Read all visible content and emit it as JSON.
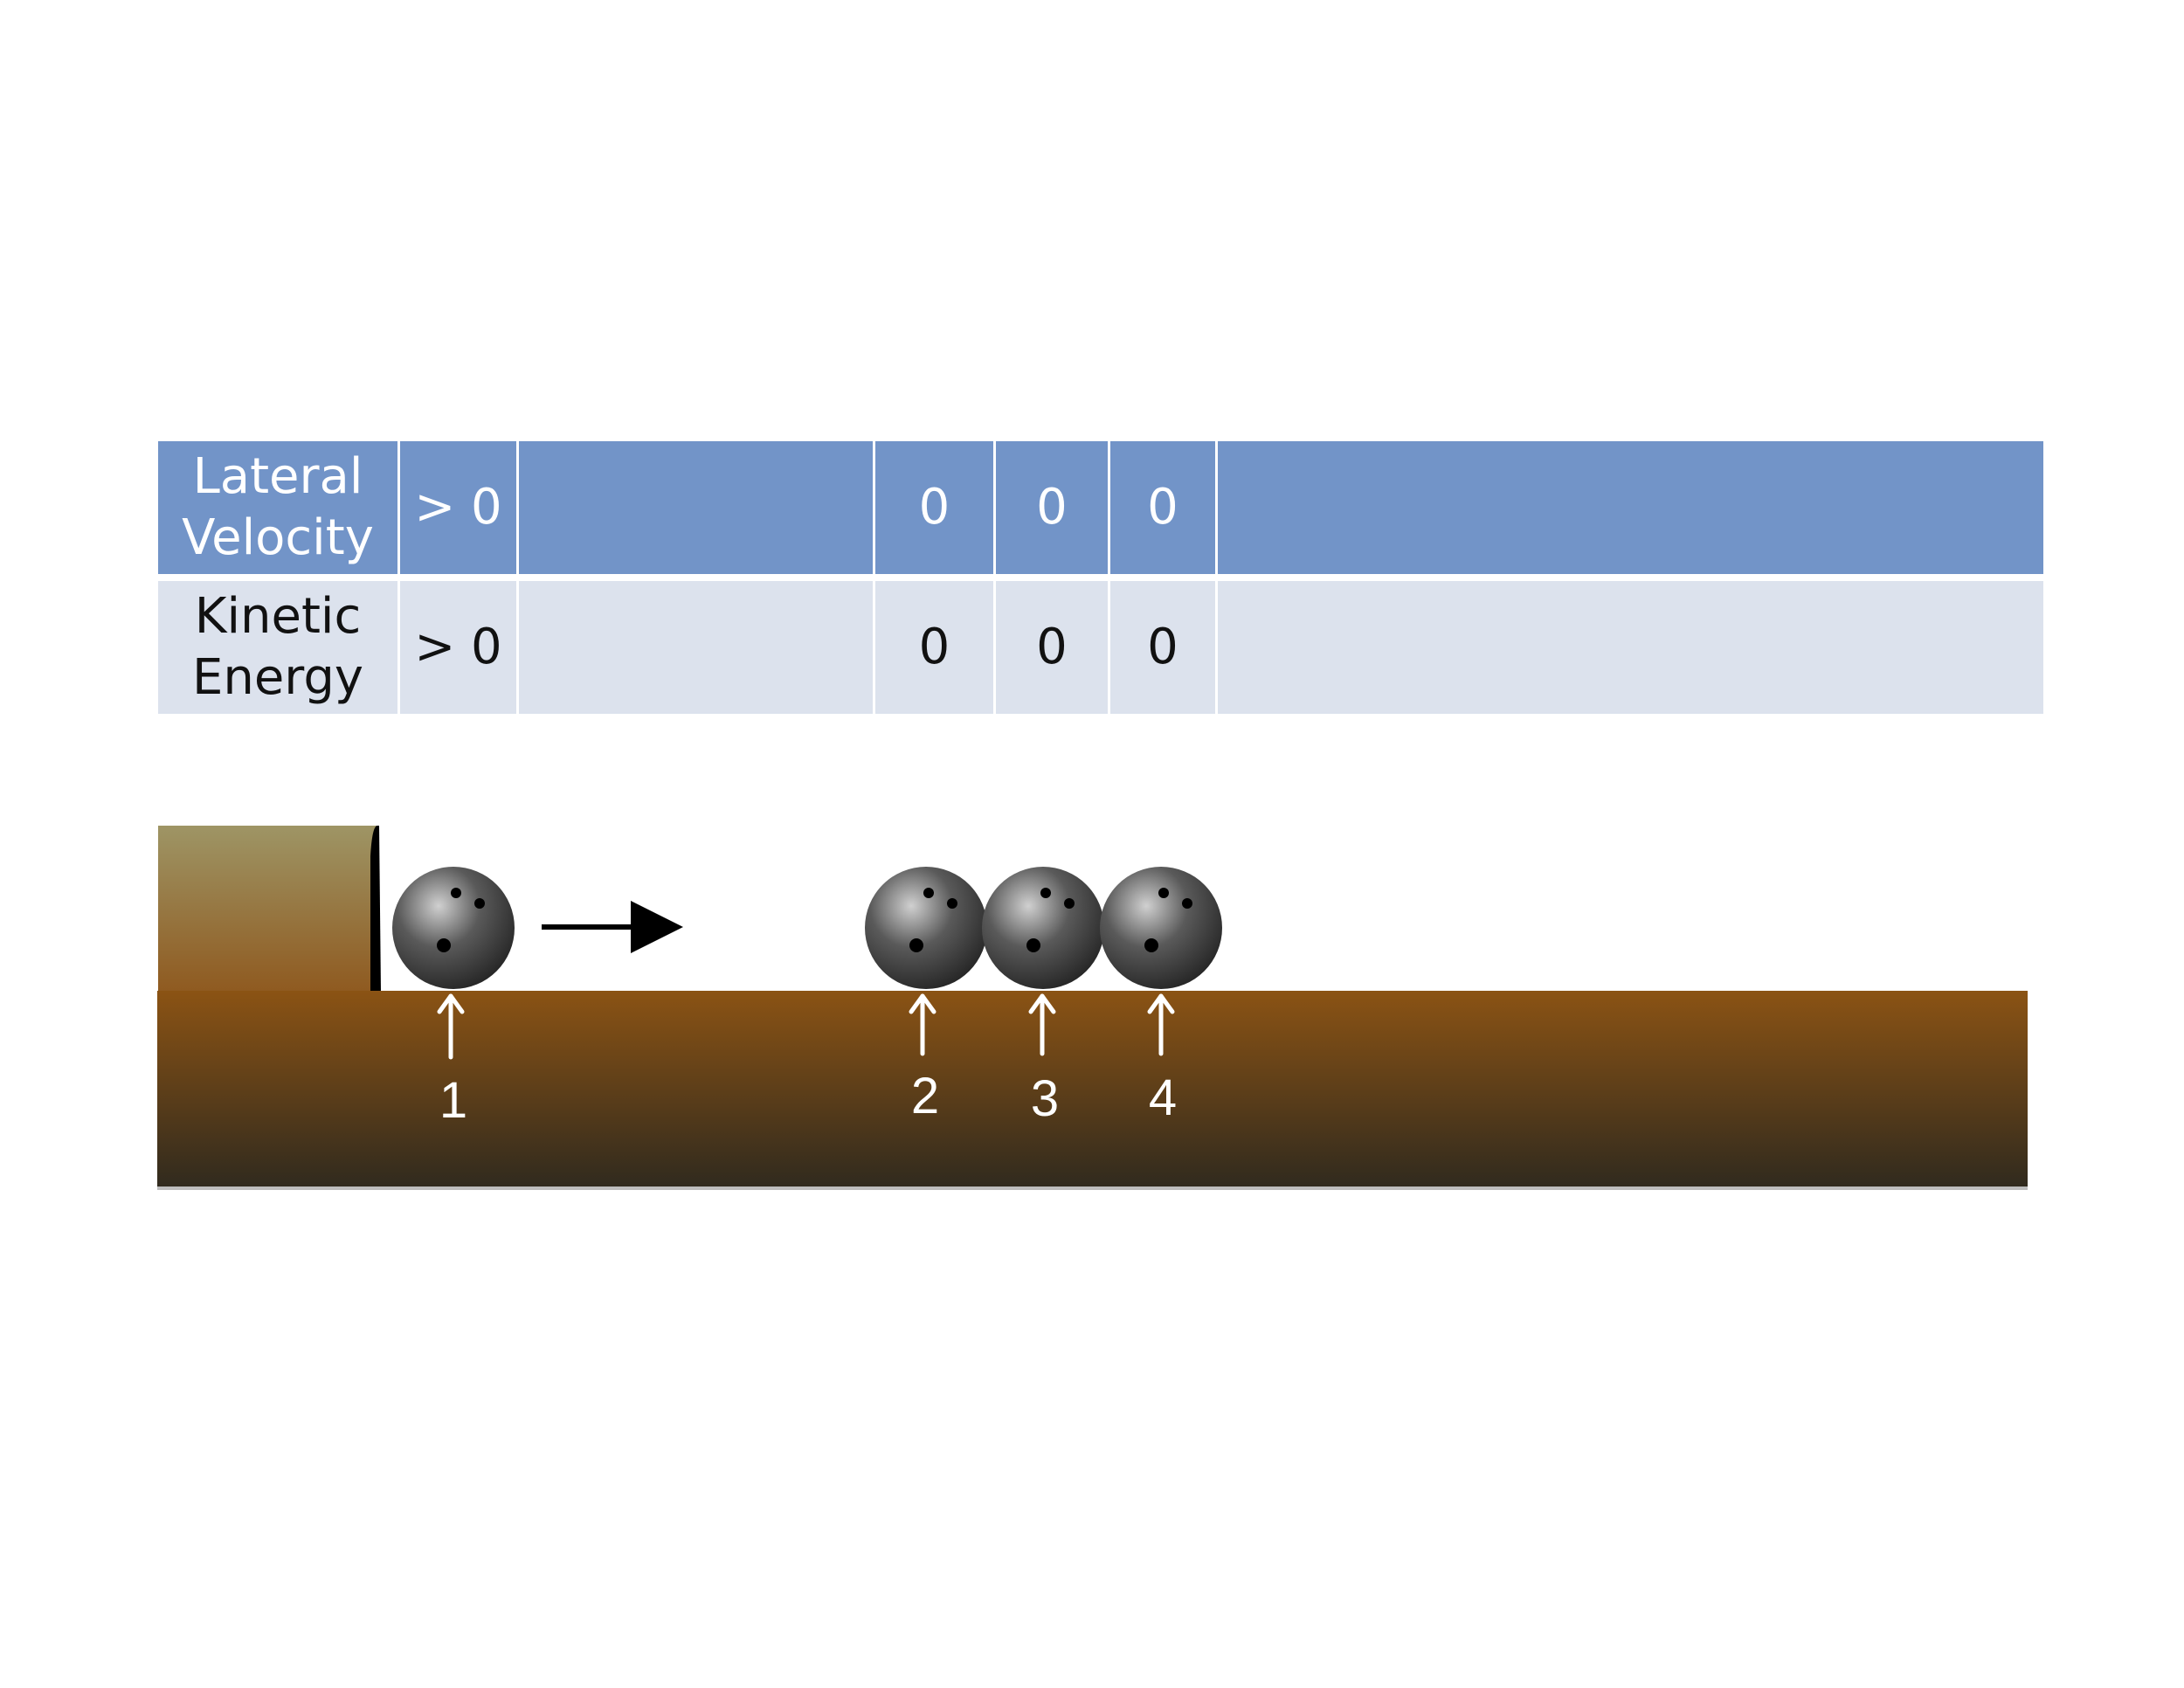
{
  "table": {
    "header_row": {
      "label": "Lateral Velocity",
      "cells": [
        "> 0",
        "",
        "0",
        "0",
        "0",
        ""
      ]
    },
    "body_row": {
      "label": "Kinetic Energy",
      "cells": [
        "> 0",
        "",
        "0",
        "0",
        "0",
        ""
      ]
    }
  },
  "scene": {
    "ball_labels": [
      "1",
      "2",
      "3",
      "4"
    ],
    "colors": {
      "floor_top": "#8b5314",
      "floor_bottom": "#302a1e",
      "block_top": "#9e9565",
      "block_bottom": "#8f5a20",
      "ball": "#3c3c3c",
      "table_header": "#7294c8",
      "table_body": "#dce2ed"
    }
  }
}
